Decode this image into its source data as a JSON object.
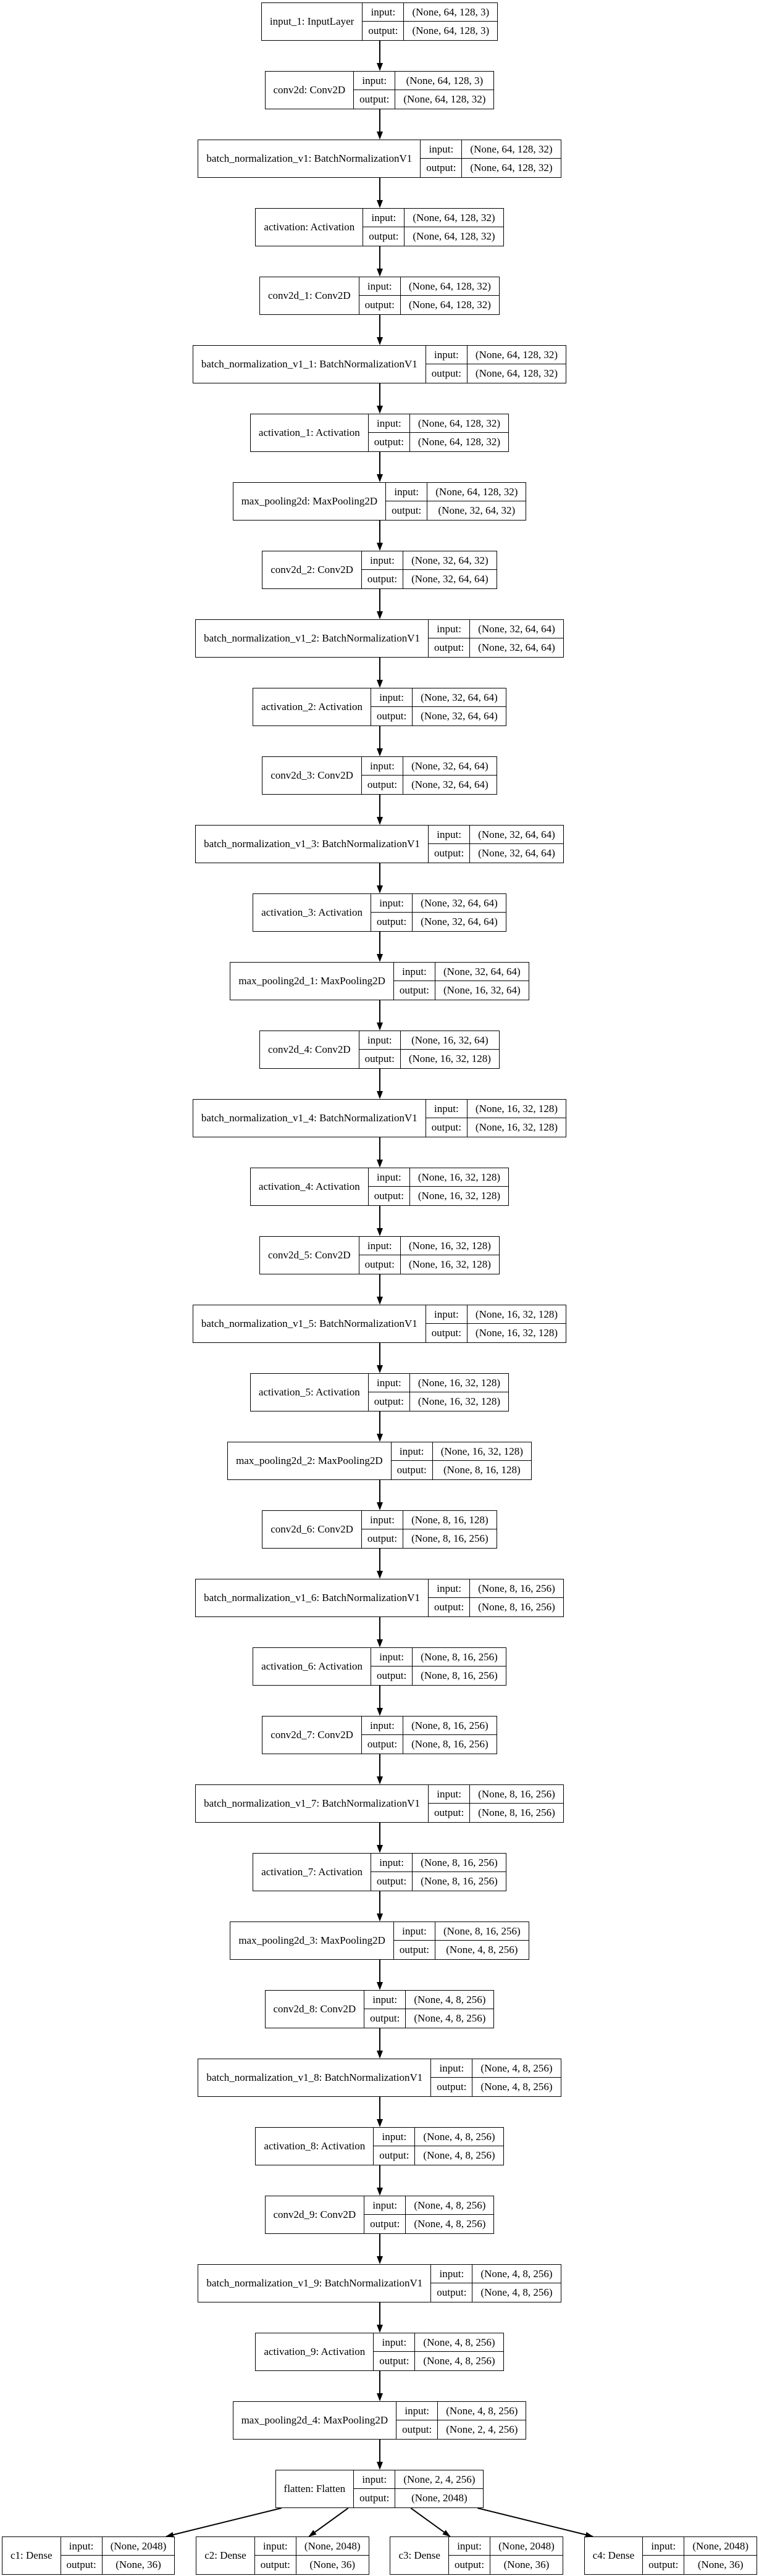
{
  "diagram": {
    "io_labels": {
      "input": "input:",
      "output": "output:"
    },
    "layers": [
      {
        "name": "input_1: InputLayer",
        "input": "(None, 64, 128, 3)",
        "output": "(None, 64, 128, 3)"
      },
      {
        "name": "conv2d: Conv2D",
        "input": "(None, 64, 128, 3)",
        "output": "(None, 64, 128, 32)"
      },
      {
        "name": "batch_normalization_v1: BatchNormalizationV1",
        "input": "(None, 64, 128, 32)",
        "output": "(None, 64, 128, 32)"
      },
      {
        "name": "activation: Activation",
        "input": "(None, 64, 128, 32)",
        "output": "(None, 64, 128, 32)"
      },
      {
        "name": "conv2d_1: Conv2D",
        "input": "(None, 64, 128, 32)",
        "output": "(None, 64, 128, 32)"
      },
      {
        "name": "batch_normalization_v1_1: BatchNormalizationV1",
        "input": "(None, 64, 128, 32)",
        "output": "(None, 64, 128, 32)"
      },
      {
        "name": "activation_1: Activation",
        "input": "(None, 64, 128, 32)",
        "output": "(None, 64, 128, 32)"
      },
      {
        "name": "max_pooling2d: MaxPooling2D",
        "input": "(None, 64, 128, 32)",
        "output": "(None, 32, 64, 32)"
      },
      {
        "name": "conv2d_2: Conv2D",
        "input": "(None, 32, 64, 32)",
        "output": "(None, 32, 64, 64)"
      },
      {
        "name": "batch_normalization_v1_2: BatchNormalizationV1",
        "input": "(None, 32, 64, 64)",
        "output": "(None, 32, 64, 64)"
      },
      {
        "name": "activation_2: Activation",
        "input": "(None, 32, 64, 64)",
        "output": "(None, 32, 64, 64)"
      },
      {
        "name": "conv2d_3: Conv2D",
        "input": "(None, 32, 64, 64)",
        "output": "(None, 32, 64, 64)"
      },
      {
        "name": "batch_normalization_v1_3: BatchNormalizationV1",
        "input": "(None, 32, 64, 64)",
        "output": "(None, 32, 64, 64)"
      },
      {
        "name": "activation_3: Activation",
        "input": "(None, 32, 64, 64)",
        "output": "(None, 32, 64, 64)"
      },
      {
        "name": "max_pooling2d_1: MaxPooling2D",
        "input": "(None, 32, 64, 64)",
        "output": "(None, 16, 32, 64)"
      },
      {
        "name": "conv2d_4: Conv2D",
        "input": "(None, 16, 32, 64)",
        "output": "(None, 16, 32, 128)"
      },
      {
        "name": "batch_normalization_v1_4: BatchNormalizationV1",
        "input": "(None, 16, 32, 128)",
        "output": "(None, 16, 32, 128)"
      },
      {
        "name": "activation_4: Activation",
        "input": "(None, 16, 32, 128)",
        "output": "(None, 16, 32, 128)"
      },
      {
        "name": "conv2d_5: Conv2D",
        "input": "(None, 16, 32, 128)",
        "output": "(None, 16, 32, 128)"
      },
      {
        "name": "batch_normalization_v1_5: BatchNormalizationV1",
        "input": "(None, 16, 32, 128)",
        "output": "(None, 16, 32, 128)"
      },
      {
        "name": "activation_5: Activation",
        "input": "(None, 16, 32, 128)",
        "output": "(None, 16, 32, 128)"
      },
      {
        "name": "max_pooling2d_2: MaxPooling2D",
        "input": "(None, 16, 32, 128)",
        "output": "(None, 8, 16, 128)"
      },
      {
        "name": "conv2d_6: Conv2D",
        "input": "(None, 8, 16, 128)",
        "output": "(None, 8, 16, 256)"
      },
      {
        "name": "batch_normalization_v1_6: BatchNormalizationV1",
        "input": "(None, 8, 16, 256)",
        "output": "(None, 8, 16, 256)"
      },
      {
        "name": "activation_6: Activation",
        "input": "(None, 8, 16, 256)",
        "output": "(None, 8, 16, 256)"
      },
      {
        "name": "conv2d_7: Conv2D",
        "input": "(None, 8, 16, 256)",
        "output": "(None, 8, 16, 256)"
      },
      {
        "name": "batch_normalization_v1_7: BatchNormalizationV1",
        "input": "(None, 8, 16, 256)",
        "output": "(None, 8, 16, 256)"
      },
      {
        "name": "activation_7: Activation",
        "input": "(None, 8, 16, 256)",
        "output": "(None, 8, 16, 256)"
      },
      {
        "name": "max_pooling2d_3: MaxPooling2D",
        "input": "(None, 8, 16, 256)",
        "output": "(None, 4, 8, 256)"
      },
      {
        "name": "conv2d_8: Conv2D",
        "input": "(None, 4, 8, 256)",
        "output": "(None, 4, 8, 256)"
      },
      {
        "name": "batch_normalization_v1_8: BatchNormalizationV1",
        "input": "(None, 4, 8, 256)",
        "output": "(None, 4, 8, 256)"
      },
      {
        "name": "activation_8: Activation",
        "input": "(None, 4, 8, 256)",
        "output": "(None, 4, 8, 256)"
      },
      {
        "name": "conv2d_9: Conv2D",
        "input": "(None, 4, 8, 256)",
        "output": "(None, 4, 8, 256)"
      },
      {
        "name": "batch_normalization_v1_9: BatchNormalizationV1",
        "input": "(None, 4, 8, 256)",
        "output": "(None, 4, 8, 256)"
      },
      {
        "name": "activation_9: Activation",
        "input": "(None, 4, 8, 256)",
        "output": "(None, 4, 8, 256)"
      },
      {
        "name": "max_pooling2d_4: MaxPooling2D",
        "input": "(None, 4, 8, 256)",
        "output": "(None, 2, 4, 256)"
      },
      {
        "name": "flatten: Flatten",
        "input": "(None, 2, 4, 256)",
        "output": "(None, 2048)"
      }
    ],
    "heads": [
      {
        "name": "c1: Dense",
        "input": "(None, 2048)",
        "output": "(None, 36)"
      },
      {
        "name": "c2: Dense",
        "input": "(None, 2048)",
        "output": "(None, 36)"
      },
      {
        "name": "c3: Dense",
        "input": "(None, 2048)",
        "output": "(None, 36)"
      },
      {
        "name": "c4: Dense",
        "input": "(None, 2048)",
        "output": "(None, 36)"
      }
    ],
    "edge_color": "#000000",
    "node_border_color": "#000000",
    "background_color": "#ffffff"
  }
}
